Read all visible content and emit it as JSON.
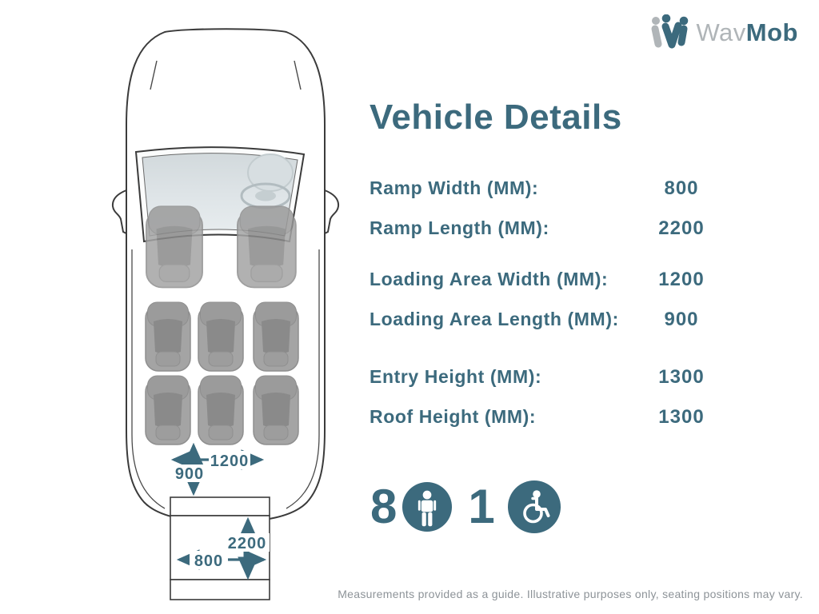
{
  "brand": {
    "name_light": "Wav",
    "name_bold": "Mob"
  },
  "panel": {
    "title": "Vehicle Details",
    "rows": [
      {
        "label": "Ramp Width (MM):",
        "value": "800"
      },
      {
        "label": "Ramp Length (MM):",
        "value": "2200"
      },
      {
        "label": "Loading Area Width (MM):",
        "value": "1200"
      },
      {
        "label": "Loading Area Length (MM):",
        "value": "900"
      },
      {
        "label": "Entry Height (MM):",
        "value": "1300"
      },
      {
        "label": "Roof Height (MM):",
        "value": "1300"
      }
    ]
  },
  "capacity": {
    "seated_count": "8",
    "wheelchair_count": "1"
  },
  "diagram": {
    "loading_area_width_mm": "1200",
    "loading_area_length_mm": "900",
    "ramp_length_mm": "2200",
    "ramp_width_mm": "800"
  },
  "footer": {
    "disclaimer": "Measurements provided as a guide. Illustrative purposes only, seating positions may vary."
  },
  "colors": {
    "teal": "#3c6a7d",
    "logo_gray": "#b0b5b8",
    "footer_gray": "#8d9398",
    "seat_gray": "#a4a4a4",
    "glass_tint": "#dde4e7",
    "outline": "#3b3b3b"
  }
}
